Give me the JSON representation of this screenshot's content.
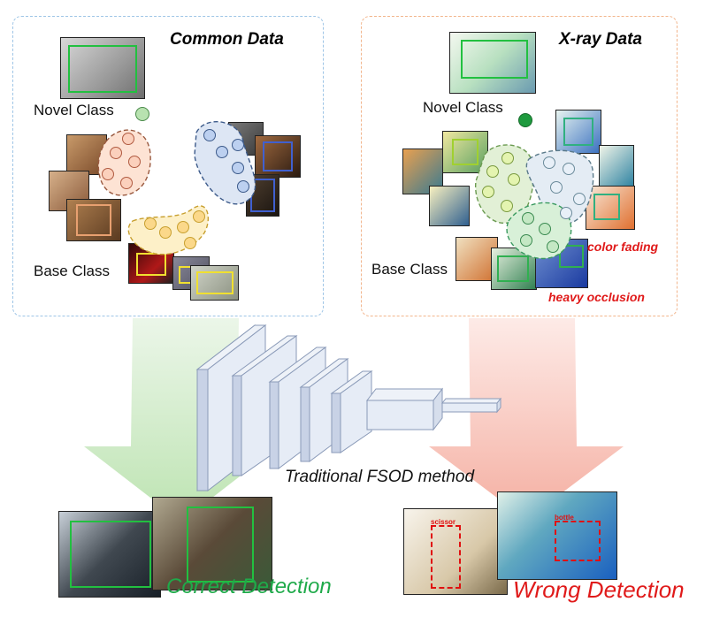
{
  "common": {
    "title": "Common Data",
    "novel_label": "Novel Class",
    "base_label": "Base Class"
  },
  "xray": {
    "title": "X-ray Data",
    "novel_label": "Novel Class",
    "base_label": "Base Class",
    "note_color_fading": "color fading",
    "note_heavy_occlusion": "heavy occlusion"
  },
  "network": {
    "label": "Traditional FSOD method"
  },
  "results": {
    "correct": "Correct Detection",
    "wrong": "Wrong Detection",
    "wrong_tag_1": "scissor",
    "wrong_tag_2": "bottle"
  },
  "colors": {
    "panel_left": "#9ec5e6",
    "panel_right": "#f2b58c",
    "correct": "#1faa4a",
    "wrong": "#e01a1a"
  }
}
